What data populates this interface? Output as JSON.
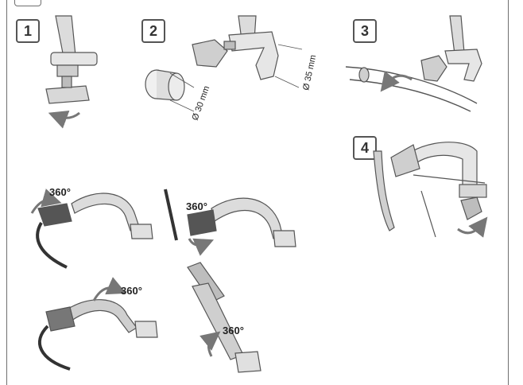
{
  "steps": [
    "1",
    "2",
    "3",
    "4"
  ],
  "dimensions": {
    "small_diameter": "Ø 30 mm",
    "large_diameter": "Ø 35 mm"
  },
  "rotations": [
    "360°",
    "360°",
    "360°",
    "360°"
  ]
}
